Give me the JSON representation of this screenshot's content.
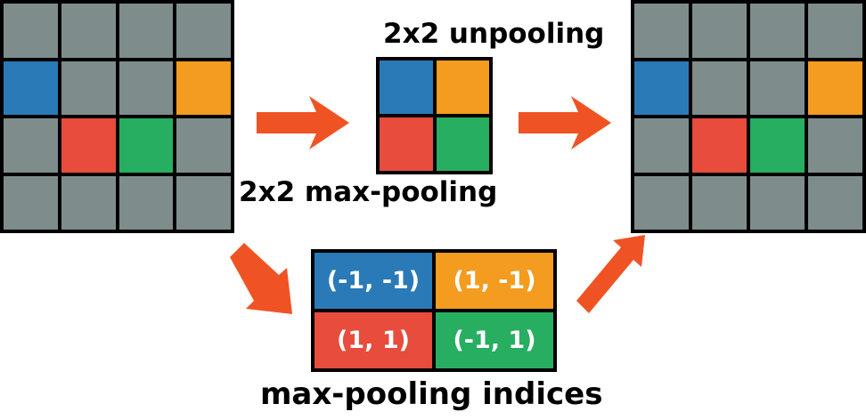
{
  "colors": {
    "gray": "#7f8c8c",
    "blue": "#2a7ab8",
    "orange": "#f39c1f",
    "red": "#e74c3c",
    "green": "#27ae60",
    "border": "#000000",
    "arrow": "#f05323"
  },
  "input_grid": [
    [
      "gray",
      "gray",
      "gray",
      "gray"
    ],
    [
      "blue",
      "gray",
      "gray",
      "orange"
    ],
    [
      "gray",
      "red",
      "green",
      "gray"
    ],
    [
      "gray",
      "gray",
      "gray",
      "gray"
    ]
  ],
  "pooled_grid": [
    [
      "blue",
      "orange"
    ],
    [
      "red",
      "green"
    ]
  ],
  "output_grid": [
    [
      "gray",
      "gray",
      "gray",
      "gray"
    ],
    [
      "blue",
      "gray",
      "gray",
      "orange"
    ],
    [
      "gray",
      "red",
      "green",
      "gray"
    ],
    [
      "gray",
      "gray",
      "gray",
      "gray"
    ]
  ],
  "labels": {
    "unpooling": "2x2 unpooling",
    "max_pooling": "2x2 max-pooling",
    "indices": "max-pooling indices"
  },
  "indices_table": [
    [
      {
        "text": "(-1, -1)",
        "color": "blue"
      },
      {
        "text": "(1, -1)",
        "color": "orange"
      }
    ],
    [
      {
        "text": "(1, 1)",
        "color": "red"
      },
      {
        "text": "(-1, 1)",
        "color": "green"
      }
    ]
  ]
}
